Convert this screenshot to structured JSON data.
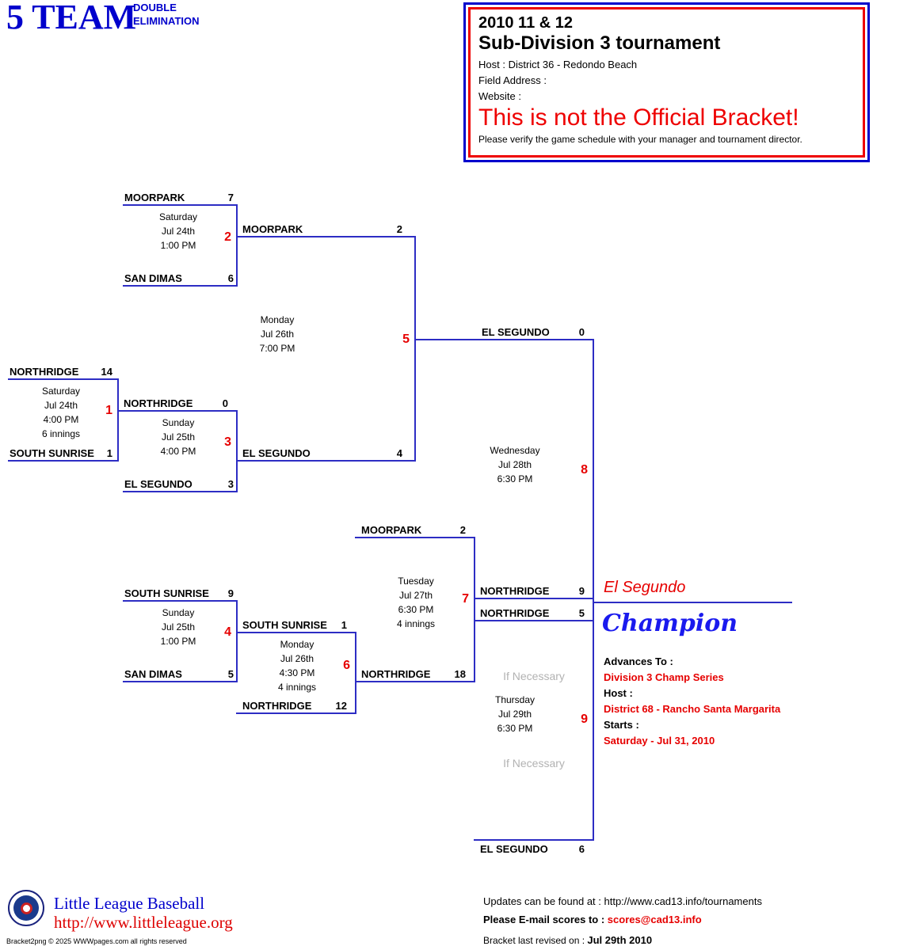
{
  "header": {
    "team_count": "5 TEAM",
    "double": "DOUBLE",
    "elimination": "ELIMINATION"
  },
  "info_box": {
    "year_division": "2010 11 & 12",
    "title": "Sub-Division 3 tournament",
    "host": "Host : District 36 - Redondo Beach",
    "field_address": "Field Address :",
    "website": "Website :",
    "warning": "This is not the Official Bracket!",
    "note": "Please verify the game schedule with your manager and tournament director."
  },
  "games": {
    "g1": {
      "num": "1",
      "s0": "Saturday",
      "s1": "Jul 24th",
      "s2": "4:00 PM",
      "s3": "6 innings"
    },
    "g2": {
      "num": "2",
      "s0": "Saturday",
      "s1": "Jul 24th",
      "s2": "1:00 PM"
    },
    "g3": {
      "num": "3",
      "s0": "Sunday",
      "s1": "Jul 25th",
      "s2": "4:00 PM"
    },
    "g4": {
      "num": "4",
      "s0": "Sunday",
      "s1": "Jul 25th",
      "s2": "1:00 PM"
    },
    "g5": {
      "num": "5",
      "s0": "Monday",
      "s1": "Jul 26th",
      "s2": "7:00 PM"
    },
    "g6": {
      "num": "6",
      "s0": "Monday",
      "s1": "Jul 26th",
      "s2": "4:30 PM",
      "s3": "4 innings"
    },
    "g7": {
      "num": "7",
      "s0": "Tuesday",
      "s1": "Jul 27th",
      "s2": "6:30 PM",
      "s3": "4 innings"
    },
    "g8": {
      "num": "8",
      "s0": "Wednesday",
      "s1": "Jul 28th",
      "s2": "6:30 PM"
    },
    "g9": {
      "num": "9",
      "s0": "Thursday",
      "s1": "Jul 29th",
      "s2": "6:30 PM",
      "if_necessary": "If Necessary"
    }
  },
  "slots": {
    "g2_top": {
      "team": "MOORPARK",
      "score": "7"
    },
    "g2_bottom": {
      "team": "SAN DIMAS",
      "score": "6"
    },
    "g2_winner": {
      "team": "MOORPARK",
      "score": "2"
    },
    "g1_top": {
      "team": "NORTHRIDGE",
      "score": "14"
    },
    "g1_bottom": {
      "team": "SOUTH SUNRISE",
      "score": "1"
    },
    "g1_winner": {
      "team": "NORTHRIDGE",
      "score": "0"
    },
    "g3_bottom": {
      "team": "EL SEGUNDO",
      "score": "3"
    },
    "g3_winner": {
      "team": "EL SEGUNDO",
      "score": "4"
    },
    "g5_winner": {
      "team": "EL SEGUNDO",
      "score": "0"
    },
    "g4_top": {
      "team": "SOUTH SUNRISE",
      "score": "9"
    },
    "g4_bottom": {
      "team": "SAN DIMAS",
      "score": "5"
    },
    "g4_winner": {
      "team": "SOUTH SUNRISE",
      "score": "1"
    },
    "g6_bottom": {
      "team": "NORTHRIDGE",
      "score": "12"
    },
    "g6_winner": {
      "team": "NORTHRIDGE",
      "score": "18"
    },
    "g7_top": {
      "team": "MOORPARK",
      "score": "2"
    },
    "g7_winner": {
      "team": "NORTHRIDGE",
      "score": "9"
    },
    "g9_top": {
      "team": "NORTHRIDGE",
      "score": "5"
    },
    "g9_bottom": {
      "team": "EL SEGUNDO",
      "score": "6"
    }
  },
  "champion": {
    "name": "El Segundo",
    "label": "Champion"
  },
  "advance": {
    "advances_label": "Advances To :",
    "advances_value": "Division 3 Champ Series",
    "host_label": "Host :",
    "host_value": "District 68 - Rancho Santa Margarita",
    "starts_label": "Starts :",
    "starts_value": "Saturday - Jul 31, 2010"
  },
  "footer": {
    "org_name": "Little League Baseball",
    "org_url": "http://www.littleleague.org",
    "copyright": "Bracket2png © 2025 WWWpages.com all rights reserved",
    "updates_label": "Updates can be found at : ",
    "updates_url": "http://www.cad13.info/tournaments",
    "scores_label": "Please E-mail scores to : ",
    "scores_email": "scores@cad13.info",
    "revised_label": "Bracket last revised on :  ",
    "revised_date": "Jul 29th 2010"
  }
}
